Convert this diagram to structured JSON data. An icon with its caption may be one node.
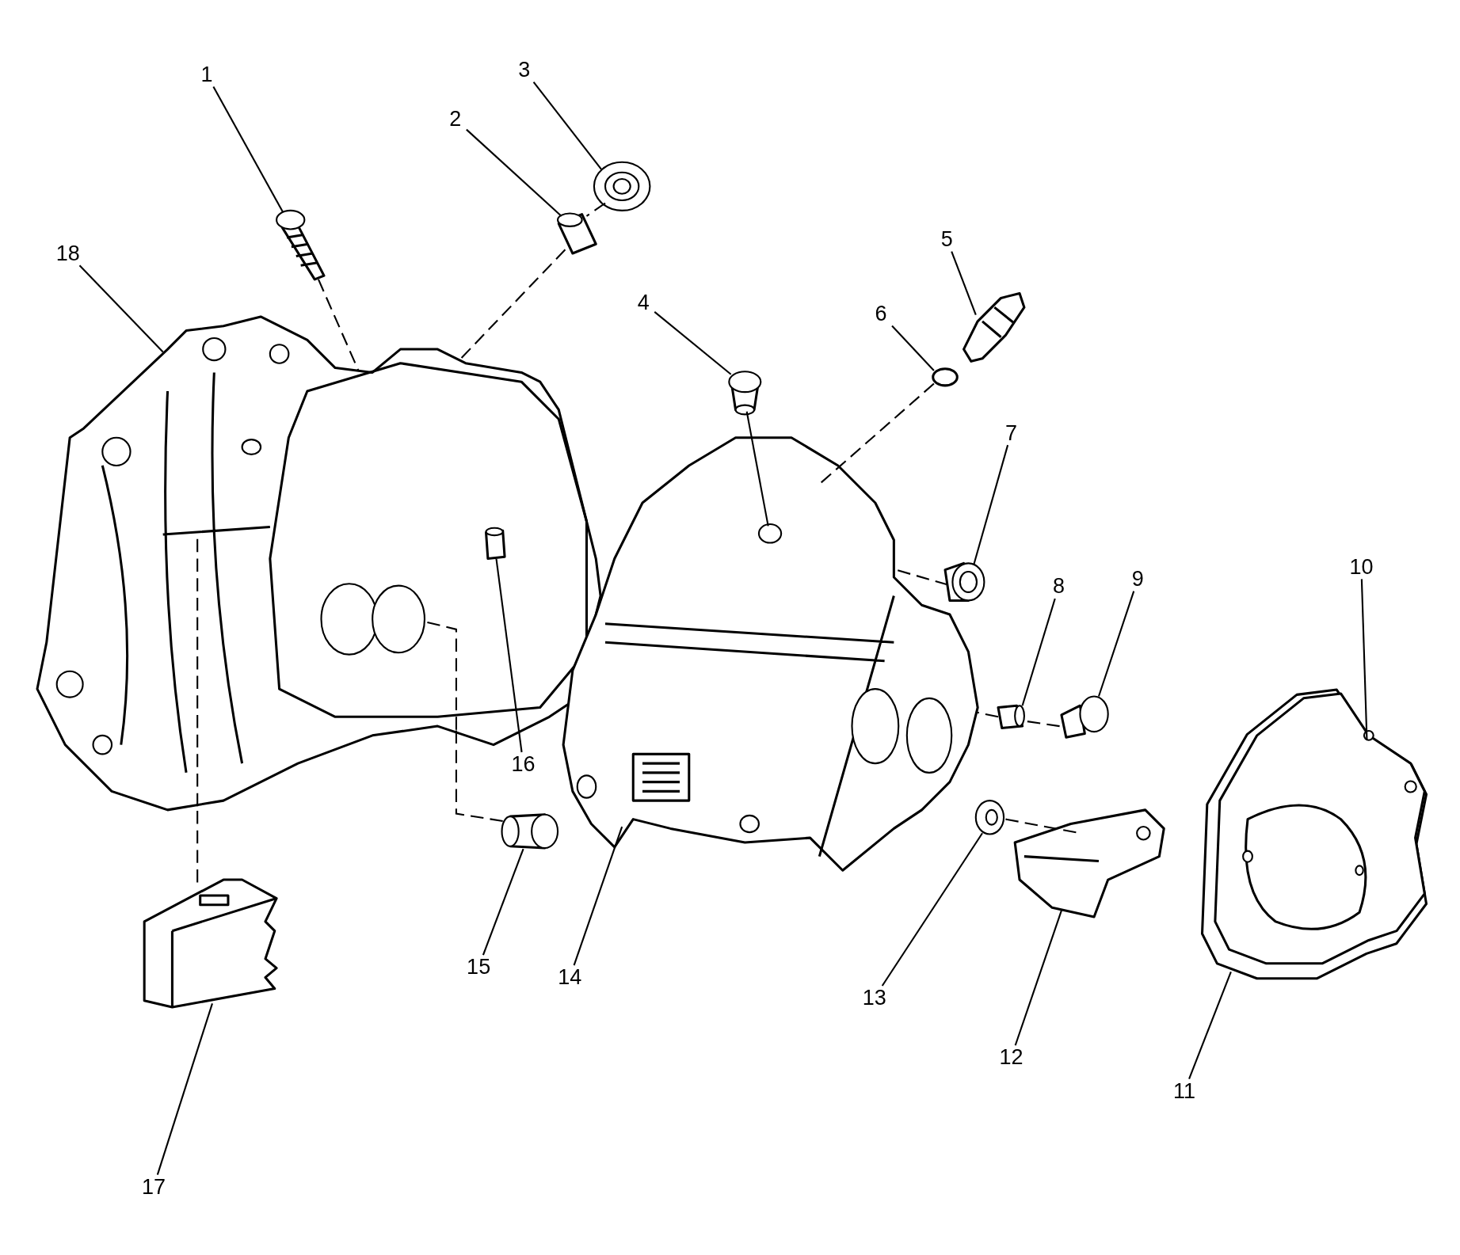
{
  "diagram": {
    "nodes": [
      {
        "text": [
          "1"
        ]
      },
      {
        "text": [
          "2"
        ]
      },
      {
        "text": [
          "3"
        ]
      },
      {
        "text": [
          "4"
        ]
      },
      {
        "text": [
          "5"
        ]
      },
      {
        "text": [
          "6"
        ]
      },
      {
        "text": [
          "7"
        ]
      },
      {
        "text": [
          "8"
        ]
      },
      {
        "text": [
          "9"
        ]
      },
      {
        "text": [
          "10"
        ]
      },
      {
        "text": [
          "11"
        ]
      },
      {
        "text": [
          "12"
        ]
      },
      {
        "text": [
          "13"
        ]
      },
      {
        "text": [
          "14"
        ]
      },
      {
        "text": [
          "15"
        ]
      },
      {
        "text": [
          "16"
        ]
      },
      {
        "text": [
          "17"
        ]
      },
      {
        "text": [
          "18"
        ]
      },
      {
        "text": [],
        "shape": "picture"
      },
      {
        "text": [],
        "shape": "picture"
      },
      {
        "text": [],
        "shape": "picture"
      },
      {
        "text": [],
        "shape": "picture"
      },
      {
        "text": [],
        "shape": "picture"
      },
      {
        "text": [],
        "shape": "circle"
      },
      {
        "text": [],
        "shape": "picture"
      },
      {
        "text": [],
        "shape": "cylinder"
      },
      {
        "text": [],
        "shape": "cylinder"
      },
      {
        "text": [],
        "shape": "picture",
        "in": 28
      },
      {
        "text": [],
        "shape": "picture"
      },
      {
        "text": [],
        "shape": "picture"
      },
      {
        "text": [],
        "shape": "picture"
      },
      {
        "text": [],
        "shape": "picture"
      },
      {
        "text": [],
        "shape": "cylinder"
      },
      {
        "text": [],
        "shape": "cylinder",
        "in": 35
      },
      {
        "text": [],
        "shape": "picture"
      },
      {
        "text": [],
        "shape": "picture"
      }
    ],
    "edges": [
      {
        "from": 0,
        "to": 18,
        "arrow": "none"
      },
      {
        "from": 1,
        "to": 19,
        "arrow": "none"
      },
      {
        "from": 2,
        "to": 20,
        "arrow": "none"
      },
      {
        "from": 3,
        "to": 21,
        "arrow": "none"
      },
      {
        "from": 4,
        "to": 22,
        "arrow": "none"
      },
      {
        "from": 5,
        "to": 23,
        "arrow": "none"
      },
      {
        "from": 6,
        "to": 24,
        "arrow": "none"
      },
      {
        "from": 7,
        "to": 25,
        "arrow": "none"
      },
      {
        "from": 8,
        "to": 26,
        "arrow": "none"
      },
      {
        "from": 9,
        "to": 27,
        "arrow": "none"
      },
      {
        "from": 10,
        "to": 28,
        "arrow": "none"
      },
      {
        "from": 11,
        "to": 29,
        "arrow": "none"
      },
      {
        "from": 12,
        "to": 30,
        "arrow": "none"
      },
      {
        "from": 13,
        "to": 31,
        "arrow": "none"
      },
      {
        "from": 14,
        "to": 32,
        "arrow": "none"
      },
      {
        "from": 15,
        "to": 33,
        "arrow": "none"
      },
      {
        "from": 16,
        "to": 34,
        "arrow": "none"
      },
      {
        "from": 17,
        "to": 35,
        "arrow": "none"
      },
      {
        "from": 18,
        "to": 35,
        "arrow": "none",
        "style": "dashed"
      },
      {
        "from": 20,
        "to": 19,
        "arrow": "none",
        "style": "dashed"
      },
      {
        "from": 19,
        "to": 35,
        "arrow": "none",
        "style": "dashed"
      },
      {
        "from": 21,
        "to": 31,
        "arrow": "none"
      },
      {
        "from": 23,
        "to": 31,
        "arrow": "none",
        "style": "dashed"
      },
      {
        "from": 24,
        "to": 31,
        "arrow": "none",
        "style": "dashed"
      },
      {
        "from": 26,
        "to": 25,
        "arrow": "none",
        "style": "dashed"
      },
      {
        "from": 25,
        "to": 31,
        "arrow": "none",
        "style": "dashed"
      },
      {
        "from": 30,
        "to": 29,
        "arrow": "none",
        "style": "dashed"
      },
      {
        "from": 32,
        "to": 35,
        "arrow": "none",
        "style": "dashed"
      },
      {
        "from": 34,
        "to": 35,
        "arrow": "none",
        "style": "dashed"
      }
    ]
  }
}
